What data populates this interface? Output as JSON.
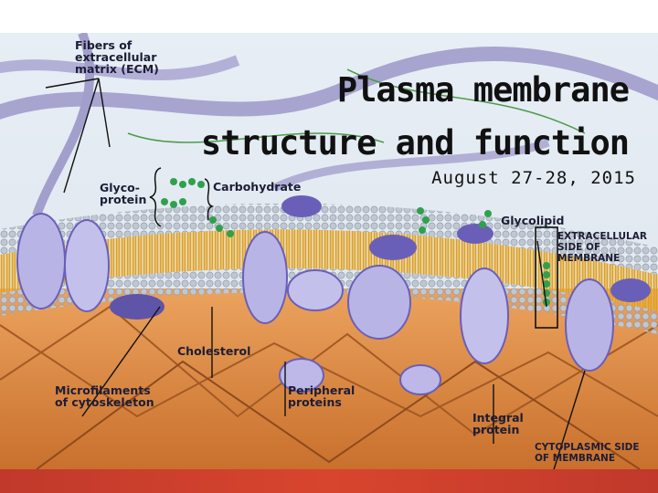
{
  "slide": {
    "title_line1": "Plasma membrane",
    "title_line2": "structure and function",
    "subtitle": "August 27-28, 2015"
  },
  "diagram": {
    "labels": {
      "ecm": "Fibers of\nextracellular\nmatrix (ECM)",
      "glycoprotein": "Glyco-\nprotein",
      "carbohydrate": "Carbohydrate",
      "glycolipid": "Glycolipid",
      "extracellular_side": "EXTRACELLULAR\nSIDE OF\nMEMBRANE",
      "cholesterol": "Cholesterol",
      "microfilaments": "Microfilaments\nof cytoskeleton",
      "peripheral_proteins": "Peripheral\nproteins",
      "integral_protein": "Integral\nprotein",
      "cytoplasmic_side": "CYTOPLASMIC SIDE\nOF MEMBRANE"
    }
  },
  "colors": {
    "sky": "#e9f0f6",
    "lipid_head": "#f2b93a",
    "protein": "#b9b4e6",
    "protein_dark": "#6a5fb8",
    "carbohydrate": "#2fa14d",
    "cytoplasm": "#e1924a",
    "accent_bar": "#c0392b"
  }
}
